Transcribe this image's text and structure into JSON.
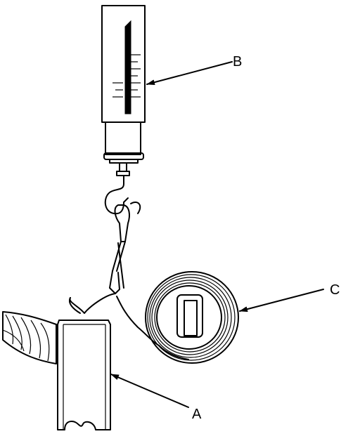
{
  "diagram": {
    "callouts": {
      "a": "A",
      "b": "B",
      "c": "C"
    }
  }
}
